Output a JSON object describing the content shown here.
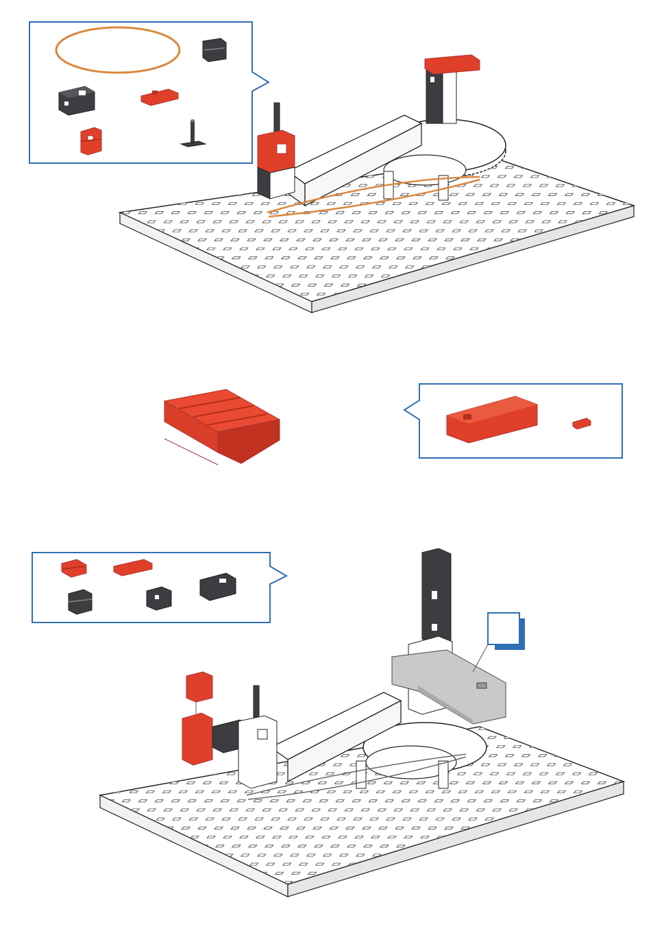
{
  "page": {
    "title": "",
    "background": "#ffffff"
  },
  "colors": {
    "callout_border": "#2f6fb5",
    "red_part": "#e0402a",
    "red_shadow": "#b52d1c",
    "dark_part": "#3c3d40",
    "dark_shadow": "#232427",
    "white_part": "#ffffff",
    "outline": "#2a2a2a",
    "rubber_band": "#d9893d",
    "grey_motor": "#c9c9c9"
  },
  "steps": [
    {
      "id": "step-1",
      "parts_callout": {
        "parts": [
          "rubber-band",
          "dark-building-block-15",
          "dark-angle-block",
          "red-plate",
          "red-building-block",
          "dark-axle-with-hub"
        ]
      },
      "assembly": "baseplate-with-arm-and-rubber-band"
    },
    {
      "id": "step-2",
      "parts_callout": {
        "parts": [
          "red-motor-housing",
          "red-small-clip"
        ]
      },
      "assembly": "red-battery-box"
    },
    {
      "id": "step-3",
      "parts_callout": {
        "parts": [
          "red-spring-cam",
          "red-plate-small",
          "dark-angle-block",
          "dark-building-block-15",
          "dark-building-block-5"
        ]
      },
      "assembly": "baseplate-with-tower-and-motor",
      "label_box": {
        "text": ""
      }
    }
  ]
}
